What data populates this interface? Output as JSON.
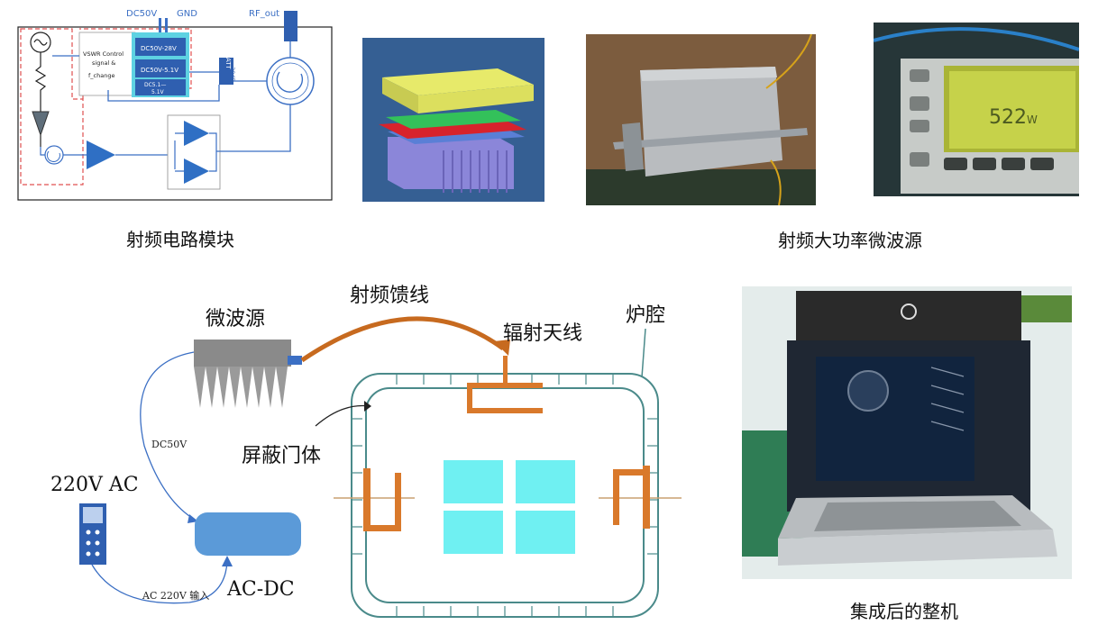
{
  "circuit": {
    "dc50v": "DC50V",
    "gnd": "GND",
    "rf_out": "RF_out",
    "vswr_line1": "VSWR Control",
    "vswr_line2": "signal &",
    "vswr_line3": "f_change",
    "dc_28v": "DC50V-28V",
    "dc_5v": "DC50V-5.1V",
    "dc_51_line1": "DC5.1—",
    "dc_51_line2": "5.1V",
    "att": "ATT",
    "att_db": "30dB"
  },
  "panels": {
    "display_value": "522",
    "display_unit": "W"
  },
  "captions": {
    "rf_module": "射频电路模块",
    "rf_source": "射频大功率微波源",
    "integrated": "集成后的整机"
  },
  "diagram": {
    "microwave_source": "微波源",
    "rf_feed": "射频馈线",
    "antenna": "辐射天线",
    "cavity": "炉腔",
    "door": "屏蔽门体",
    "dc50v": "DC50V",
    "ac220": "220V AC",
    "acdc": "AC-DC",
    "ac_input": "AC 220V 输入"
  },
  "colors": {
    "circuit_blue": "#3b6fc4",
    "orange": "#d9792b",
    "cyan": "#6ff0f2",
    "teal": "#4a8a8a"
  }
}
